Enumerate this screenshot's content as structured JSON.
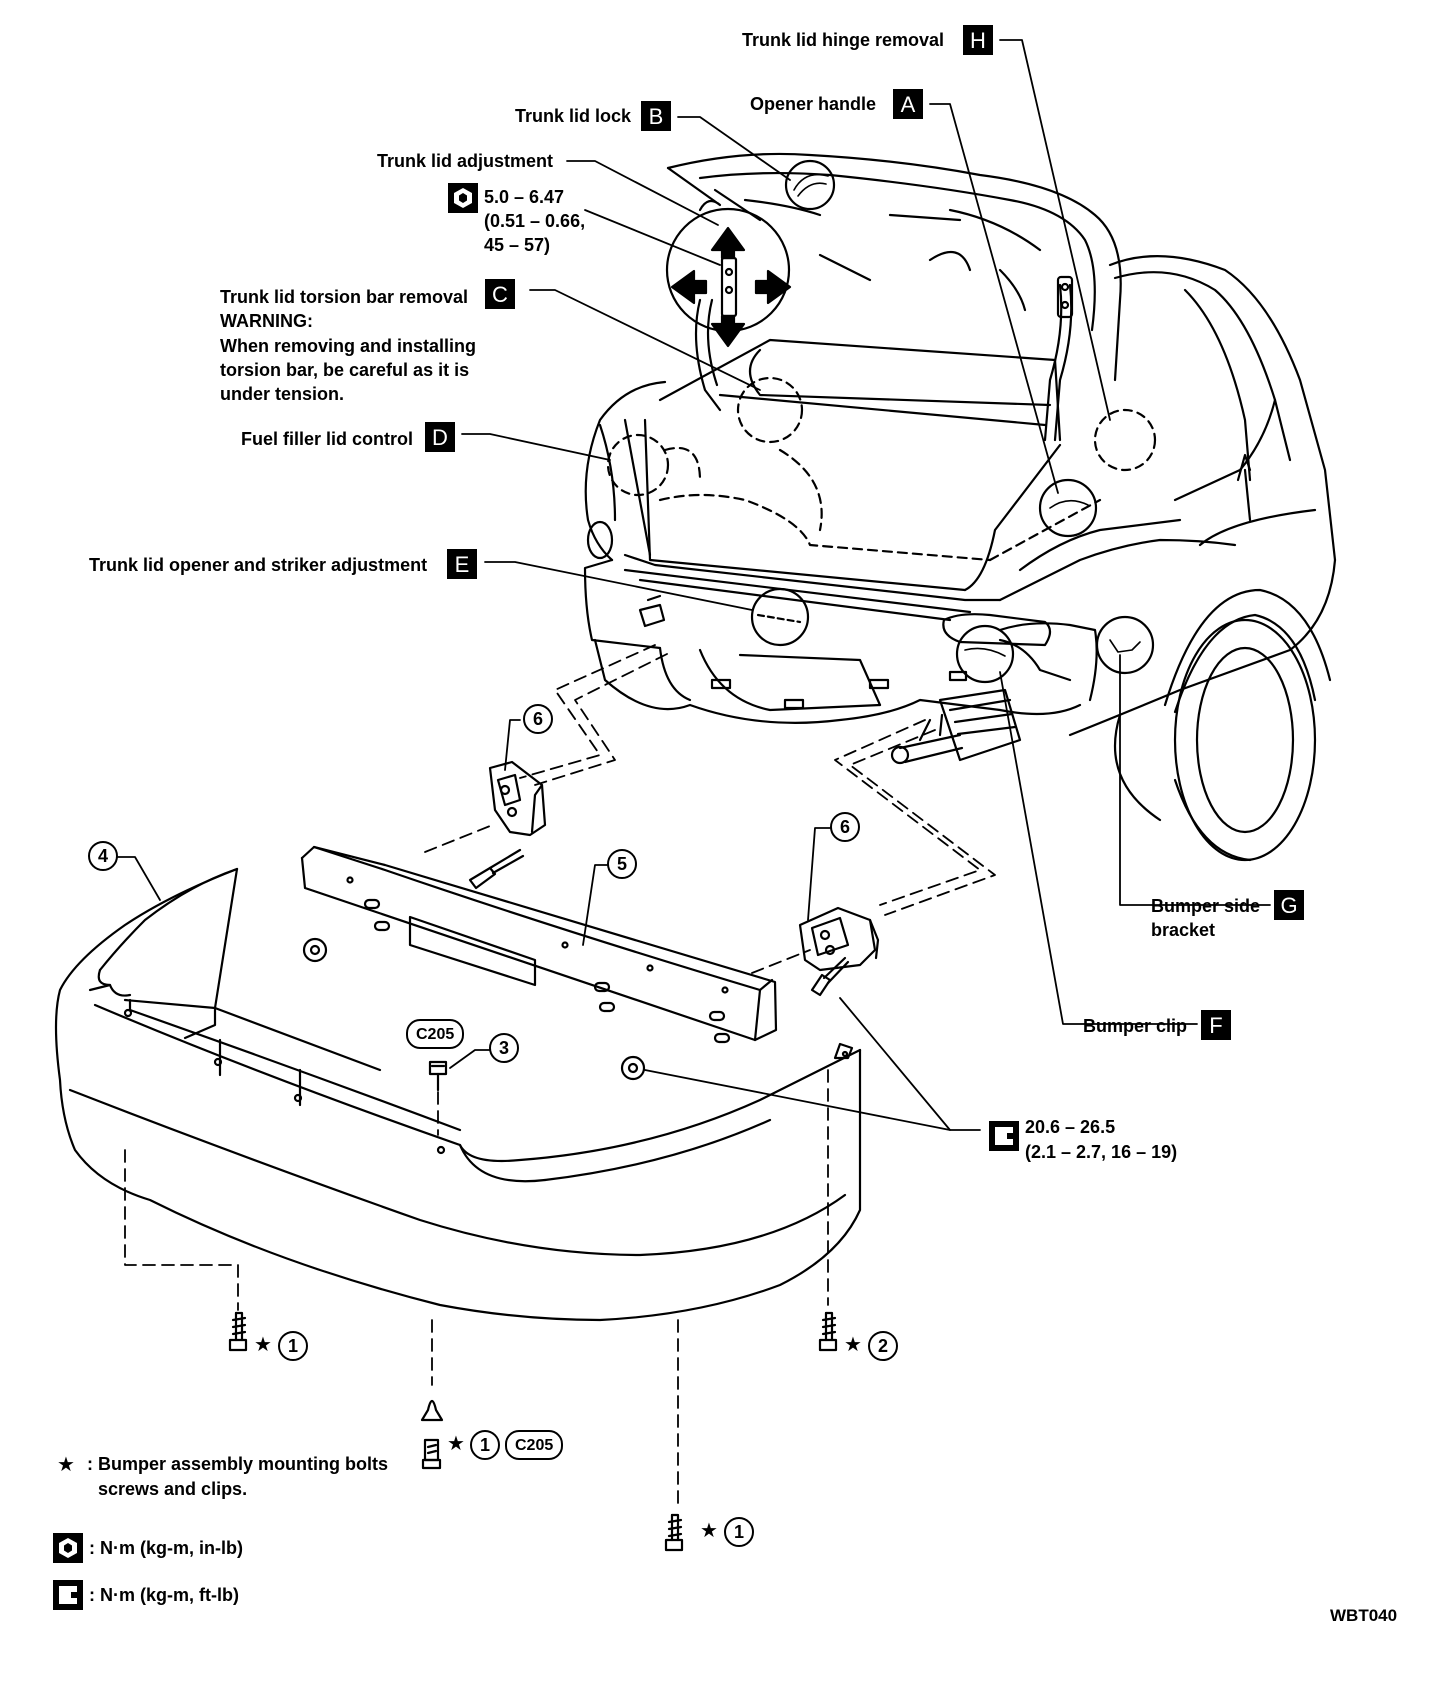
{
  "callouts": {
    "H": {
      "letter": "H",
      "text": "Trunk lid hinge removal"
    },
    "A": {
      "letter": "A",
      "text": "Opener handle"
    },
    "B": {
      "letter": "B",
      "text": "Trunk lid lock"
    },
    "adjust": {
      "text": "Trunk lid adjustment",
      "torque_line1": "5.0 – 6.47",
      "torque_line2": "(0.51 – 0.66,",
      "torque_line3": "45 – 57)"
    },
    "C": {
      "letter": "C",
      "text": "Trunk lid torsion bar removal",
      "warning": "WARNING:",
      "line1": "When removing and installing",
      "line2": "torsion bar, be careful as it is",
      "line3": "under tension."
    },
    "D": {
      "letter": "D",
      "text": "Fuel filler lid control"
    },
    "E": {
      "letter": "E",
      "text": "Trunk lid opener and striker adjustment"
    },
    "G": {
      "letter": "G",
      "text_line1": "Bumper side",
      "text_line2": "bracket"
    },
    "F": {
      "letter": "F",
      "text": "Bumper clip"
    }
  },
  "parts": {
    "p1a": "1",
    "p1b": "1",
    "p1c": "1",
    "p2": "2",
    "p3": "3",
    "p4": "4",
    "p5": "5",
    "p6a": "6",
    "p6b": "6",
    "clip_code": "C205"
  },
  "torque2": {
    "line1": "20.6 – 26.5",
    "line2": "(2.1 – 2.7, 16 – 19)"
  },
  "legend": {
    "star_symbol": "★",
    "star_text_line1": ": Bumper assembly mounting bolts",
    "star_text_line2": "screws and clips.",
    "torque_inlb": ": N·m (kg-m, in-lb)",
    "torque_ftlb": ": N·m (kg-m, ft-lb)"
  },
  "figure_code": "WBT040"
}
